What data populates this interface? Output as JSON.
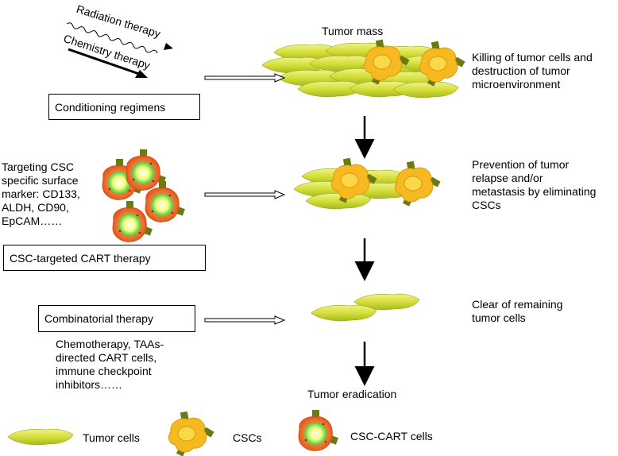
{
  "labels": {
    "radiation": "Radiation therapy",
    "chemistry": "Chemistry therapy",
    "tumor_mass": "Tumor mass",
    "killing": "Killing of tumor cells and destruction of tumor microenvironment",
    "conditioning": "Conditioning regimens",
    "targeting": "Targeting CSC specific surface marker: CD133, ALDH, CD90, EpCAM……",
    "prevention": "Prevention of tumor relapse and/or metastasis by eliminating CSCs",
    "cart_therapy": "CSC-targeted CART therapy",
    "combinatorial": "Combinatorial therapy",
    "clear": "Clear of remaining tumor cells",
    "combo_detail": "Chemotherapy, TAAs-directed CART cells, immune checkpoint inhibitors……",
    "eradication": "Tumor eradication"
  },
  "legend": {
    "tumor_cells": "Tumor cells",
    "cscs": "CSCs",
    "csc_cart": "CSC-CART cells"
  },
  "colors": {
    "tumor_fill": "#d4df3a",
    "tumor_edge": "#9ca817",
    "csc_fill": "#f6b91f",
    "csc_core": "#fbd84a",
    "receptor": "#6b7a12",
    "cart_outer": "#ea6a2a",
    "cart_inner": "#f2ff66"
  }
}
